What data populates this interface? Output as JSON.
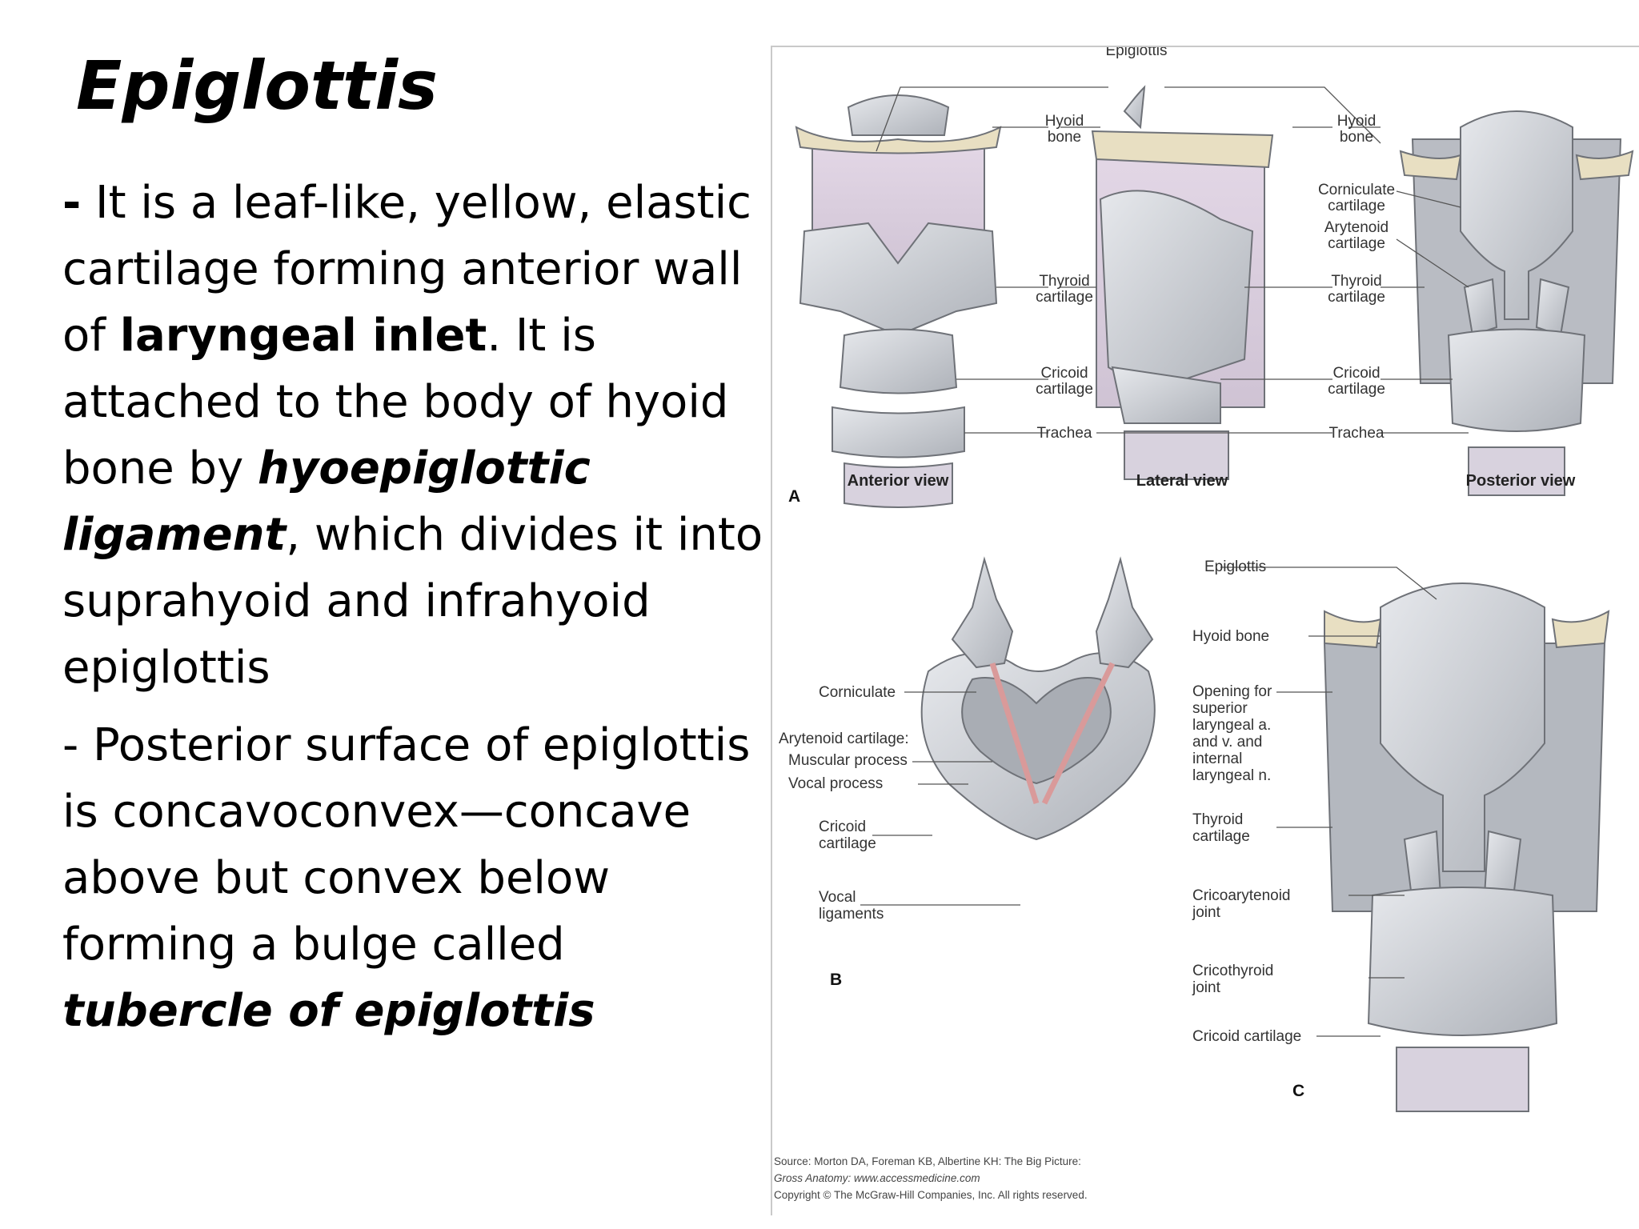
{
  "title": "Epiglottis",
  "paragraphs": {
    "p1": {
      "dash": "-",
      "t1": " It is a leaf-like, yellow, elastic cartilage forming anterior wall of ",
      "b1": "laryngeal inlet",
      "t2": ". It is attached to the body of hyoid bone by ",
      "bi1": "hyoepiglottic ligament",
      "t3": ", which divides it into suprahyoid and infrahyoid epiglottis"
    },
    "p2": {
      "t1": "-  Posterior surface of epiglottis is concavoconvex—concave above but convex below forming a bulge called ",
      "bi1": "tubercle of epiglottis"
    }
  },
  "figure": {
    "panel_a": {
      "letter": "A",
      "epiglottis": "Epiglottis",
      "hyoid_1": "Hyoid",
      "hyoid_2": "bone",
      "thyroid_1": "Thyroid",
      "thyroid_2": "cartilage",
      "cricoid_1": "Cricoid",
      "cricoid_2": "cartilage",
      "trachea": "Trachea",
      "corniculate_1": "Corniculate",
      "corniculate_2": "cartilage",
      "arytenoid_1": "Arytenoid",
      "arytenoid_2": "cartilage",
      "view_anterior": "Anterior view",
      "view_lateral": "Lateral view",
      "view_posterior": "Posterior view"
    },
    "panel_b": {
      "letter": "B",
      "corniculate": "Corniculate",
      "arytenoid": "Arytenoid cartilage:",
      "muscular": "Muscular process",
      "vocal_process": "Vocal process",
      "cricoid_1": "Cricoid",
      "cricoid_2": "cartilage",
      "vocal_lig_1": "Vocal",
      "vocal_lig_2": "ligaments"
    },
    "panel_c": {
      "letter": "C",
      "epiglottis": "Epiglottis",
      "hyoid": "Hyoid bone",
      "opening_1": "Opening for",
      "opening_2": "superior",
      "opening_3": "laryngeal a.",
      "opening_4": "and v. and",
      "opening_5": "internal",
      "opening_6": "laryngeal n.",
      "thyroid_1": "Thyroid",
      "thyroid_2": "cartilage",
      "cricoarytenoid_1": "Cricoarytenoid",
      "cricoarytenoid_2": "joint",
      "cricothyroid_1": "Cricothyroid",
      "cricothyroid_2": "joint",
      "cricoid": "Cricoid cartilage"
    },
    "source_1": "Source: Morton DA, Foreman KB, Albertine KH: The Big Picture:",
    "source_2": "Gross Anatomy: www.accessmedicine.com",
    "copyright": "Copyright © The McGraw-Hill Companies, Inc. All rights reserved."
  }
}
